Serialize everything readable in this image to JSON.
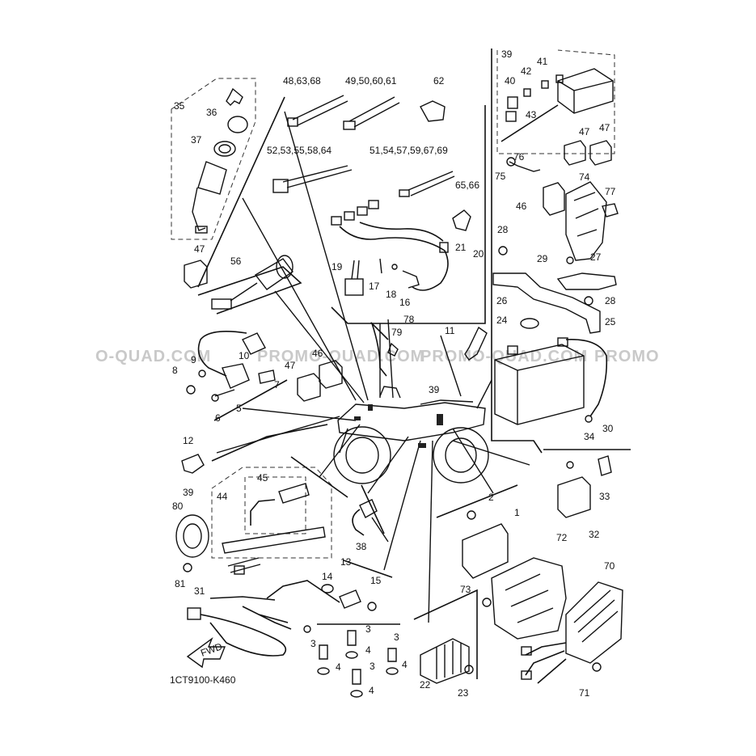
{
  "diagram_code": "1CT9100-K460",
  "watermark_left": "O-QUAD.COM",
  "watermark_mid": "PROMO-QUAD.COM",
  "watermark_mid2": "PROMO-QUAD.COM",
  "watermark_right": "PROMO",
  "fwd_label": "FWD",
  "labels": {
    "l35": "35",
    "l36": "36",
    "l37": "37",
    "l47a": "47",
    "l48": "48,63,68",
    "l49": "49,50,60,61",
    "l62": "62",
    "l52": "52,53,55,58,64",
    "l51": "51,54,57,59,67,69",
    "l65": "65,66",
    "l21": "21",
    "l20": "20",
    "l19": "19",
    "l17": "17",
    "l18": "18",
    "l16": "16",
    "l56": "56",
    "l39a": "39",
    "l40": "40",
    "l41": "41",
    "l42": "42",
    "l43": "43",
    "l47b": "47",
    "l47c": "47",
    "l75": "75",
    "l76": "76",
    "l74": "74",
    "l77": "77",
    "l46a": "46",
    "l28a": "28",
    "l29": "29",
    "l27": "27",
    "l28b": "28",
    "l26": "26",
    "l25": "25",
    "l24": "24",
    "l78": "78",
    "l79": "79",
    "l11": "11",
    "l10": "10",
    "l9": "9",
    "l8": "8",
    "l7": "7",
    "l5": "5",
    "l6": "6",
    "l47d": "47",
    "l46b": "46",
    "l39b": "39",
    "l30": "30",
    "l12": "12",
    "l34": "34",
    "l33": "33",
    "l32": "32",
    "l39c": "39",
    "l44": "44",
    "l45": "45",
    "l80": "80",
    "l2": "2",
    "l1": "1",
    "l38": "38",
    "l72": "72",
    "l70": "70",
    "l13": "13",
    "l14": "14",
    "l15": "15",
    "l81": "81",
    "l31": "31",
    "l73": "73",
    "l3a": "3",
    "l3b": "3",
    "l4a": "4",
    "l3c": "3",
    "l4b": "4",
    "l3d": "3",
    "l4c": "4",
    "l4d": "4",
    "l22": "22",
    "l23": "23",
    "l71": "71"
  }
}
